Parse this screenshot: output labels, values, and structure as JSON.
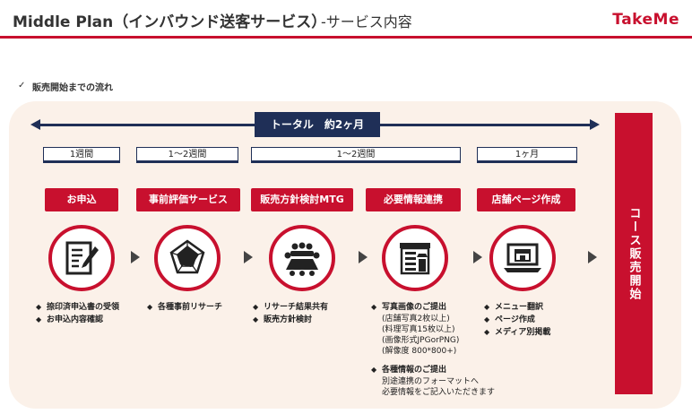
{
  "header": {
    "title": "Middle Plan（インバウンド送客サービス）",
    "subtitle": "-サービス内容",
    "logo": "TakeMe"
  },
  "section": {
    "check": "✓",
    "label": "販売開始までの流れ"
  },
  "timeline": {
    "total_label": "トータル　約2ヶ月"
  },
  "periods": [
    {
      "label": "1週間"
    },
    {
      "label": "1～2週間"
    },
    {
      "label": "1～2週間"
    },
    {
      "label": "1ヶ月"
    }
  ],
  "steps": [
    {
      "label": "お申込",
      "icon": "document-pen-icon",
      "bullets": [
        "捺印済申込書の受領",
        "お申込内容確認"
      ]
    },
    {
      "label": "事前評価サービス",
      "icon": "radar-chart-icon",
      "bullets": [
        "各種事前リサーチ"
      ]
    },
    {
      "label": "販売方針検討MTG",
      "icon": "meeting-icon",
      "bullets": [
        "リサーチ結果共有",
        "販売方針検討"
      ]
    },
    {
      "label": "必要情報連携",
      "icon": "restaurant-menu-icon",
      "bullet1": "写真画像のご提出",
      "sub1": [
        "(店舗写真2枚以上)",
        "(料理写真15枚以上)",
        "(画像形式JPGorPNG)",
        "(解像度 800*800+)"
      ],
      "bullet2": "各種情報のご提出",
      "sub2": [
        "別途連携のフォーマットへ",
        "必要情報をご記入いただきます"
      ]
    },
    {
      "label": "店舗ページ作成",
      "icon": "laptop-store-icon",
      "bullets": [
        "メニュー翻訳",
        "ページ作成",
        "メディア別掲載"
      ]
    }
  ],
  "side_label": "コース販売開始",
  "colors": {
    "accent": "#c8102e",
    "navy": "#1f2f57",
    "panel": "#fbf1e9"
  }
}
